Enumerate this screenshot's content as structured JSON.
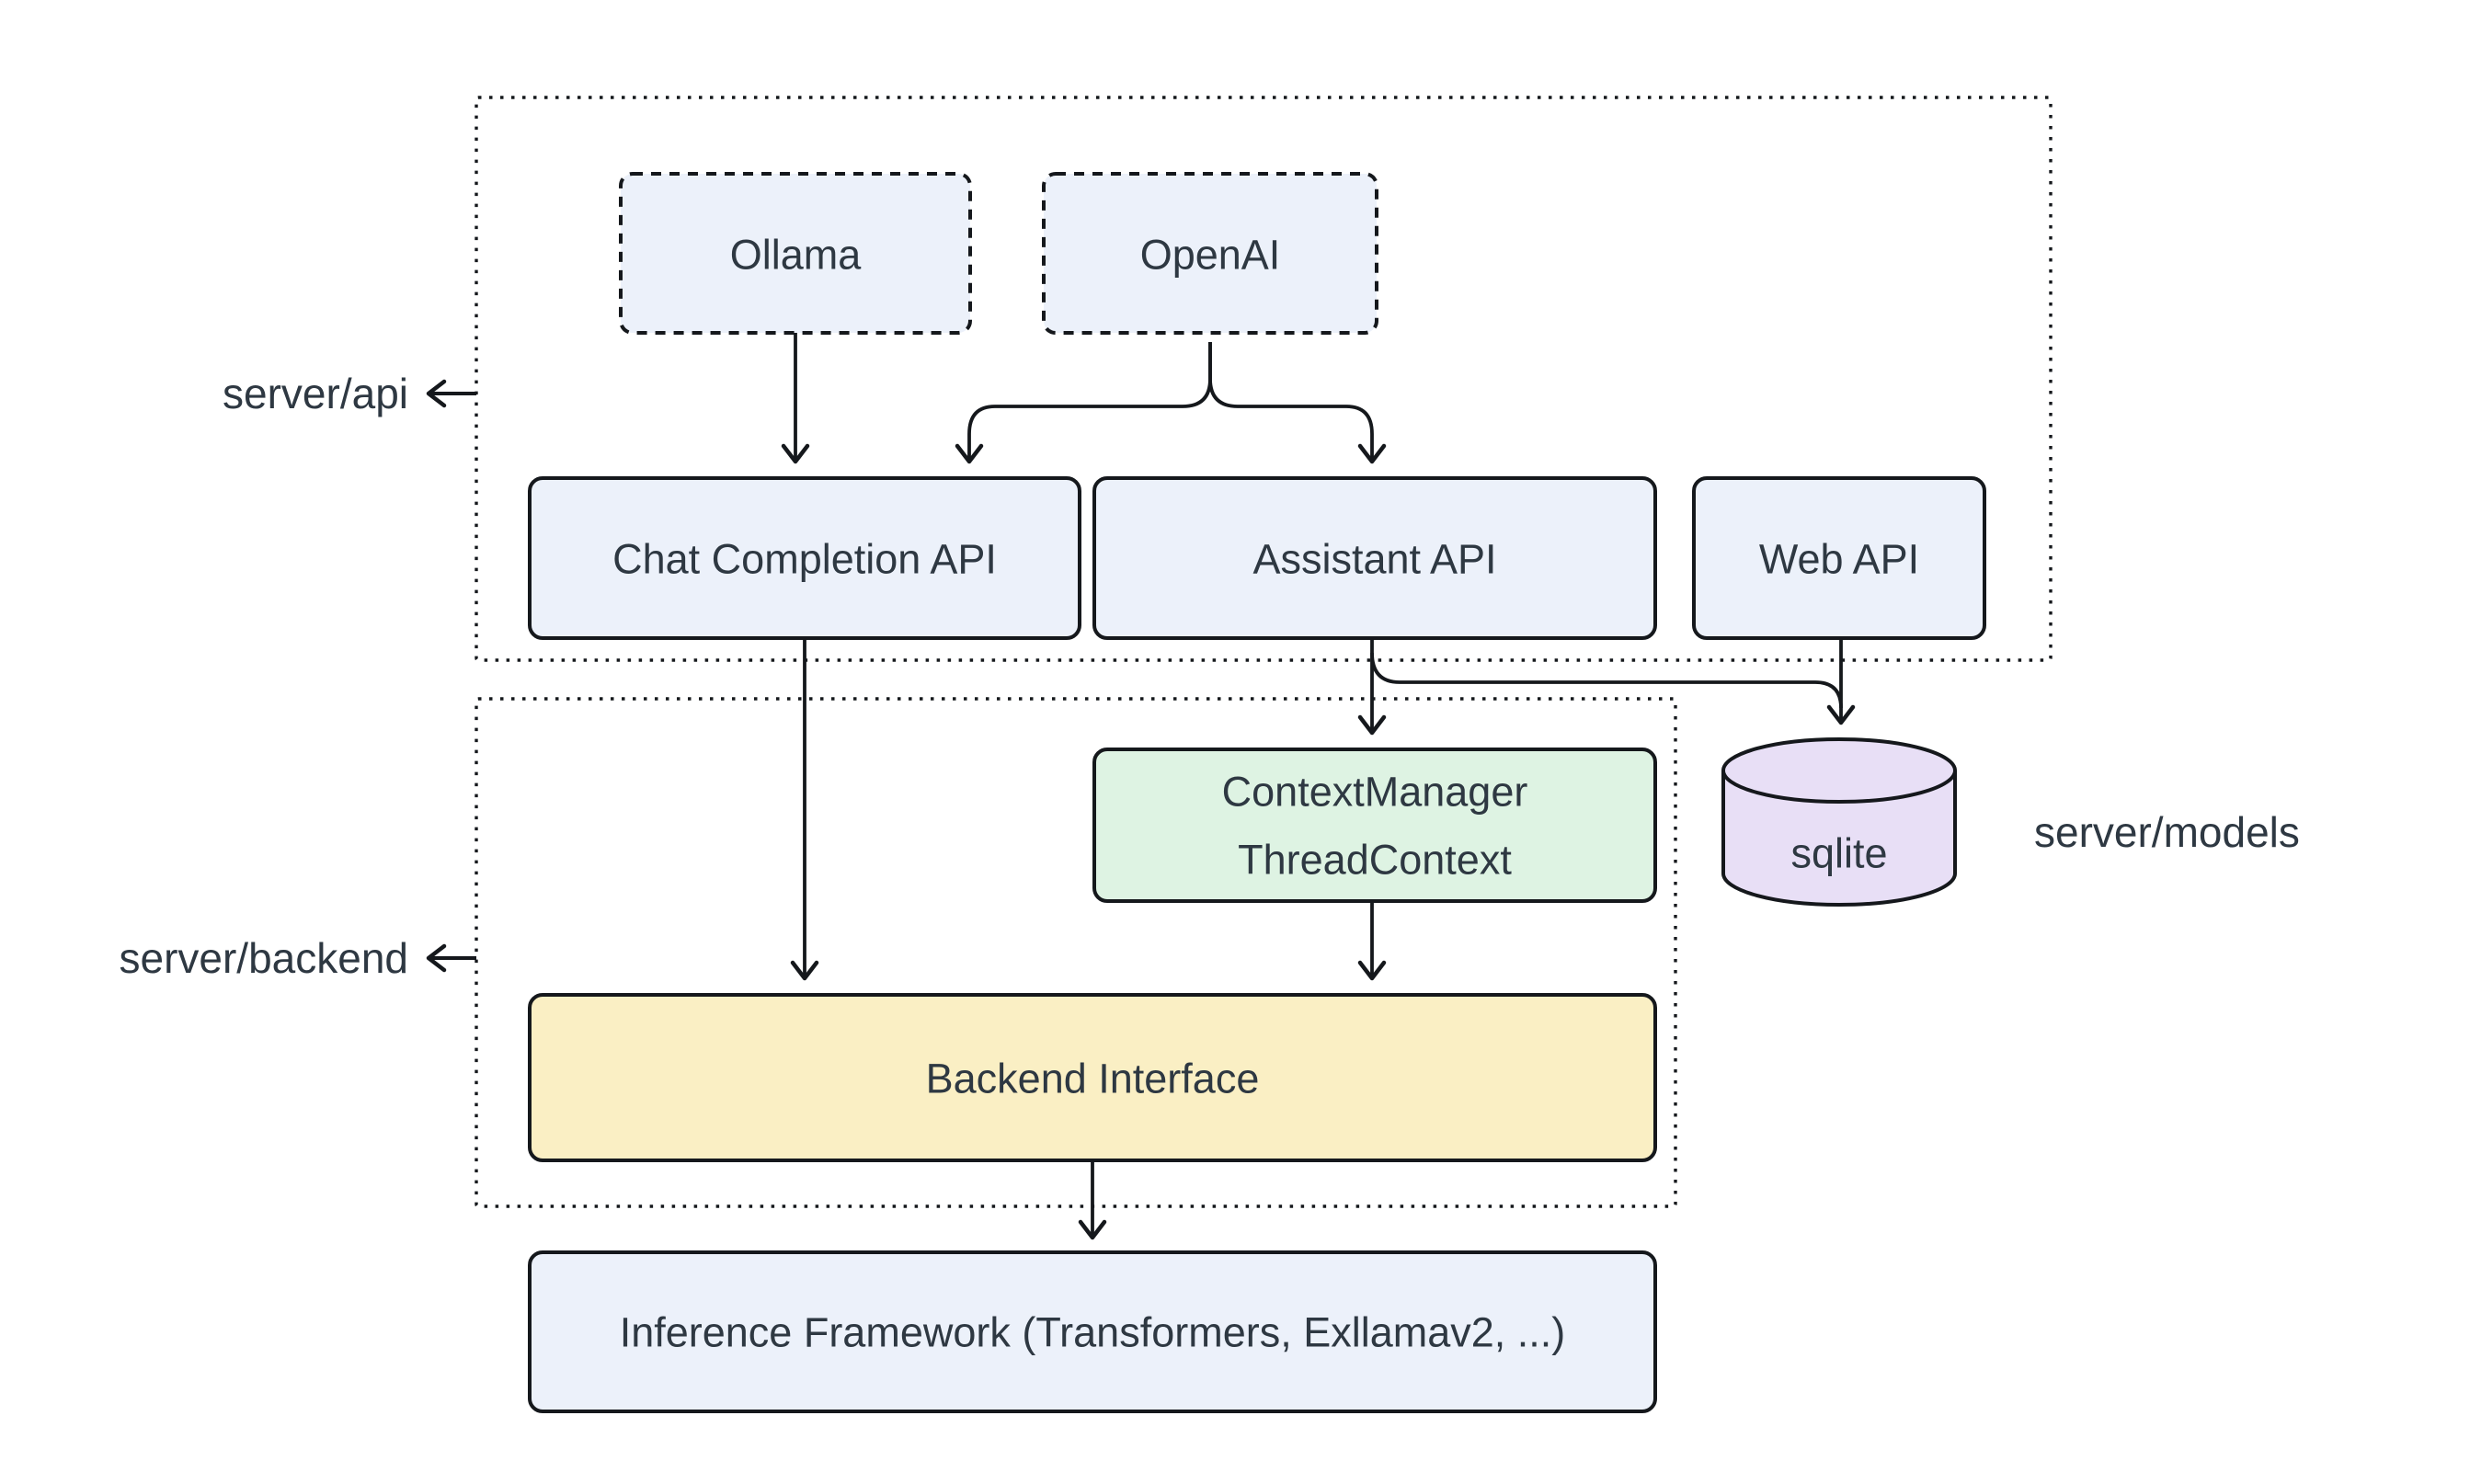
{
  "diagram": {
    "background": "#ffffff",
    "colors": {
      "node_blue": "#ecf1fa",
      "node_green": "#def3e3",
      "node_yellow": "#faefc4",
      "node_purple": "#e8dff6",
      "stroke": "#15181c",
      "text": "#2e3842"
    },
    "containers": {
      "server_api": {
        "label": "server/api"
      },
      "server_backend": {
        "label": "server/backend"
      }
    },
    "labels": {
      "server_models": "server/models"
    },
    "nodes": {
      "ollama": {
        "label": "Ollama"
      },
      "openai": {
        "label": "OpenAI"
      },
      "chat_completion_api": {
        "label": "Chat Completion API"
      },
      "assistant_api": {
        "label": "Assistant API"
      },
      "web_api": {
        "label": "Web API"
      },
      "context_manager": {
        "line1": "ContextManager",
        "line2": "ThreadContext"
      },
      "backend_interface": {
        "label": "Backend Interface"
      },
      "inference_framework": {
        "label": "Inference Framework (Transformers, Exllamav2, ...)"
      },
      "sqlite": {
        "label": "sqlite"
      }
    },
    "edges": [
      {
        "from": "Ollama",
        "to": "Chat Completion API"
      },
      {
        "from": "OpenAI",
        "to": "Chat Completion API"
      },
      {
        "from": "OpenAI",
        "to": "Assistant API"
      },
      {
        "from": "Chat Completion API",
        "to": "Backend Interface"
      },
      {
        "from": "Assistant API",
        "to": "ContextManager / ThreadContext"
      },
      {
        "from": "Assistant API",
        "to": "sqlite"
      },
      {
        "from": "Web API",
        "to": "sqlite"
      },
      {
        "from": "ContextManager / ThreadContext",
        "to": "Backend Interface"
      },
      {
        "from": "Backend Interface",
        "to": "Inference Framework (Transformers, Exllamav2, ...)"
      }
    ]
  }
}
